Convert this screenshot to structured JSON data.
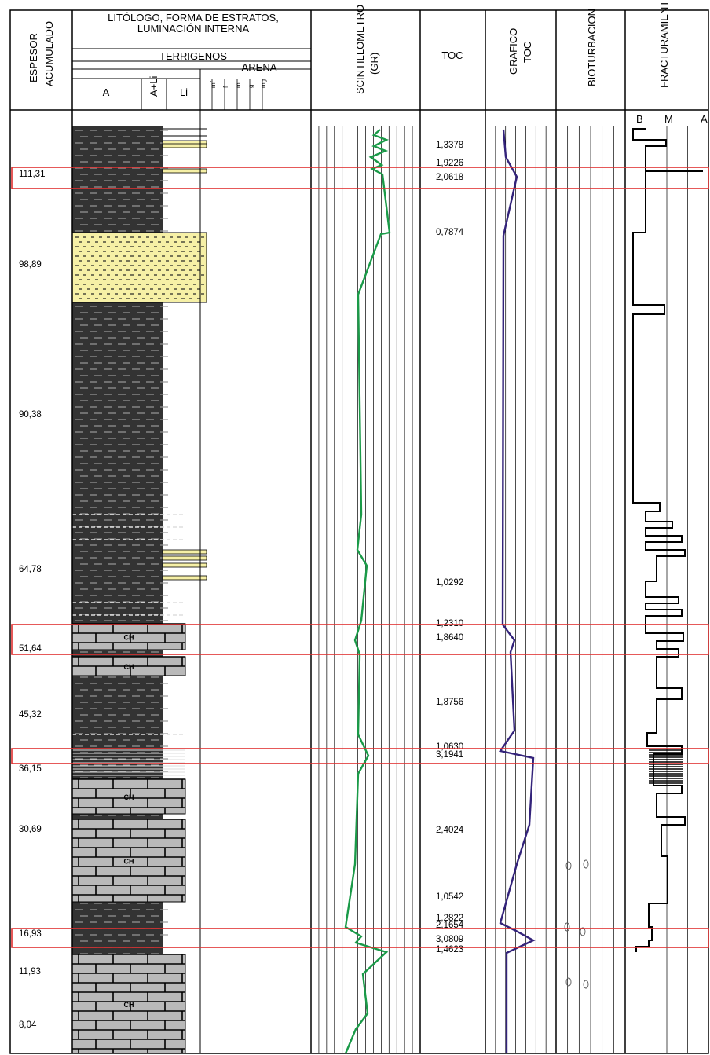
{
  "header": {
    "espesor": [
      "ESPESOR",
      "ACUMULADO"
    ],
    "litologo": [
      "LITÓLOGO, FORMA DE ESTRATOS,",
      "LUMINACIÓN INTERNA"
    ],
    "terrigenos": "TERRIGENOS",
    "arena": "ARENA",
    "lith_cols": [
      "A",
      "A+Li",
      "Li"
    ],
    "arena_grains": [
      "mf",
      "f",
      "m",
      "g",
      "mg"
    ],
    "scintillometro": [
      "SCINTILLOMETRO",
      "(GR)"
    ],
    "toc": "TOC",
    "grafico_toc": [
      "GRAFICO",
      "TOC"
    ],
    "bioturbacion": "BIOTURBACION",
    "fracturamiento": "FRACTURAMIENTE",
    "fract_scale": [
      "B",
      "M",
      "A"
    ]
  },
  "depths": [
    "111,31",
    "98,89",
    "90,38",
    "64,78",
    "51,64",
    "45,32",
    "36,15",
    "30,69",
    "16,93",
    "11,93",
    "8,04"
  ],
  "toc_values": [
    "1,3378",
    "1,9226",
    "2,0618",
    "0,7874",
    "1,0292",
    "1,2310",
    "1,8640",
    "1,8756",
    "1,0630",
    "3,1941",
    "2,4024",
    "1,0542",
    "1,2822",
    "2,1654",
    "3,0809",
    "1,4623"
  ],
  "lith_symbol": "CH",
  "colors": {
    "shale": "#333333",
    "sand": "#f6f0a6",
    "limestone": "#b9b9b9",
    "gr_curve": "#1a9a48",
    "toc_curve": "#33237a",
    "bioturbation": "#e08a2c",
    "highlight": "#e03030"
  }
}
